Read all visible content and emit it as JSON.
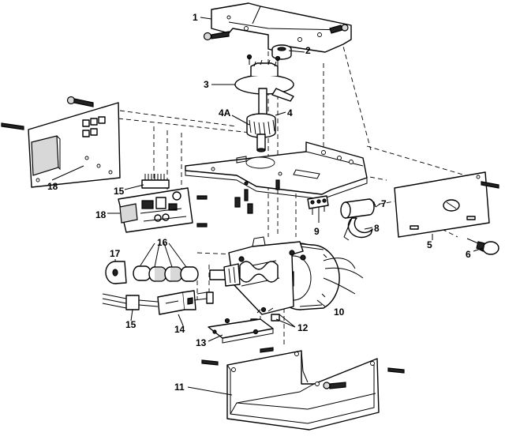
{
  "callouts": {
    "c1": "1",
    "c2": "2",
    "c3": "3",
    "c4a": "4A",
    "c4": "4",
    "c18a": "18",
    "c15a": "15",
    "c18b": "18",
    "c7": "7",
    "c9": "9",
    "c8": "8",
    "c5": "5",
    "c6": "6",
    "c17": "17",
    "c16": "16",
    "c15b": "15",
    "c14": "14",
    "c10": "10",
    "c12": "12",
    "c13": "13",
    "c11": "11"
  }
}
